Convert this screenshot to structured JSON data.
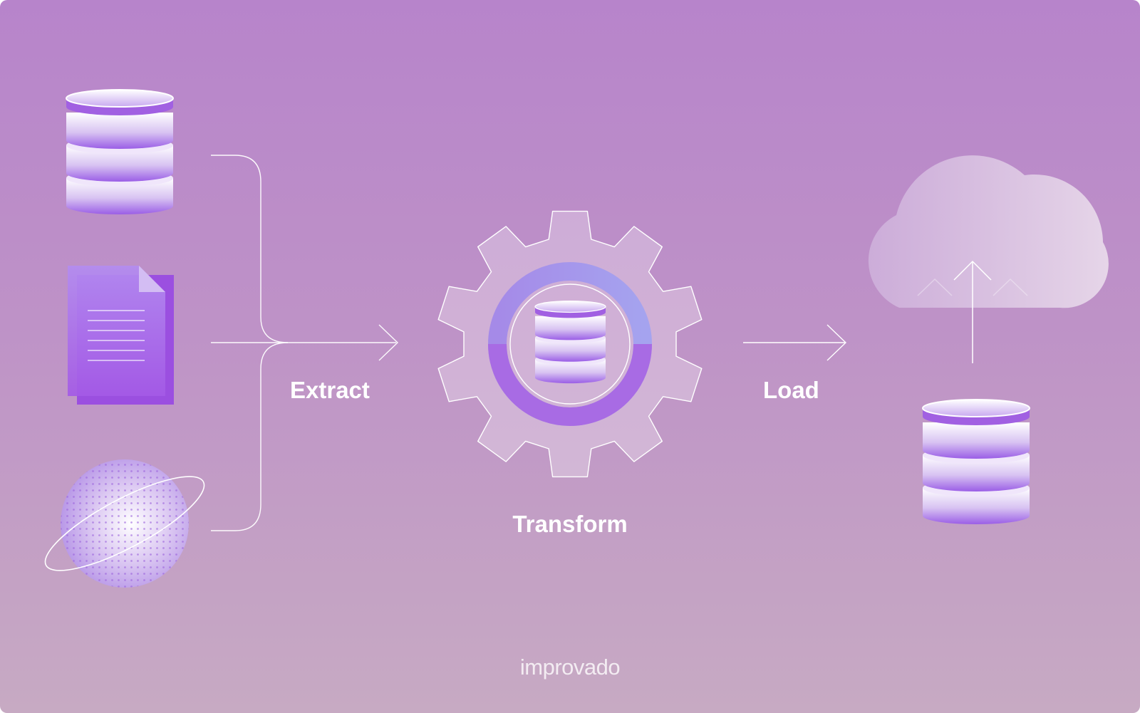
{
  "steps": {
    "extract": "Extract",
    "transform": "Transform",
    "load": "Load"
  },
  "brand": {
    "logo": "improvado"
  },
  "sources": [
    "database-icon",
    "document-icon",
    "planet-icon"
  ],
  "colors": {
    "background_top": "#b784cb",
    "background_bottom": "#c7aac3",
    "accent_purple": "#a35ee6",
    "accent_lavender": "#a79cf0",
    "line": "#ffffff"
  }
}
